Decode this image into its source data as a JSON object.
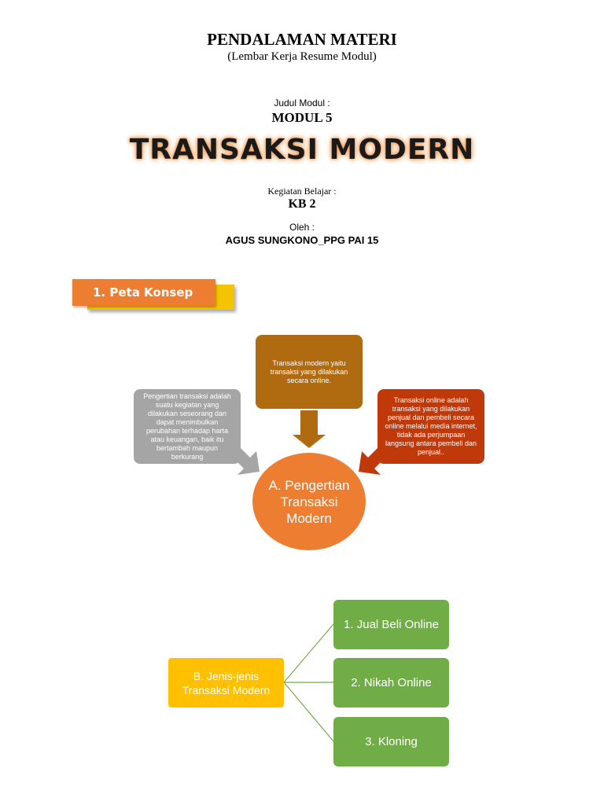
{
  "header": {
    "title": "PENDALAMAN MATERI",
    "subtitle": "(Lembar Kerja Resume Modul)",
    "module_label": "Judul Modul :",
    "module_number": "MODUL 5",
    "module_title": "TRANSAKSI MODERN",
    "activity_label": "Kegiatan Belajar :",
    "activity_value": "KB 2",
    "author_label": "Oleh :",
    "author_name": "AGUS SUNGKONO_PPG PAI 15"
  },
  "section1": {
    "label": "1. Peta Konsep"
  },
  "concept_map": {
    "top_box": "Transaksi modern yaitu transaksi yang dilakukan secara online.",
    "left_box": "Pengertian transaksi adalah suatu kegiatan yang dilakukan seseorang dan dapat menimbulkan perubahan terhadap harta atau keuangan, baik itu bertambah maupun berkurang",
    "right_box": "Transaksi online adalah transaksi yang dilakukan penjual dan pembeli secara online melalui media internet, tidak ada perjumpaan langsung antara pembeli dan penjual..",
    "center": "A. Pengertian Transaksi Modern"
  },
  "types": {
    "root": "B. Jenis-jenis Transaksi Modern",
    "items": [
      "1. Jual Beli Online",
      "2. Nikah Online",
      "3. Kloning"
    ]
  },
  "colors": {
    "orange": "#ed7d31",
    "yellow": "#ffc000",
    "brown": "#b06a10",
    "gray": "#a5a5a5",
    "red": "#c0390b",
    "green": "#70ad47"
  }
}
